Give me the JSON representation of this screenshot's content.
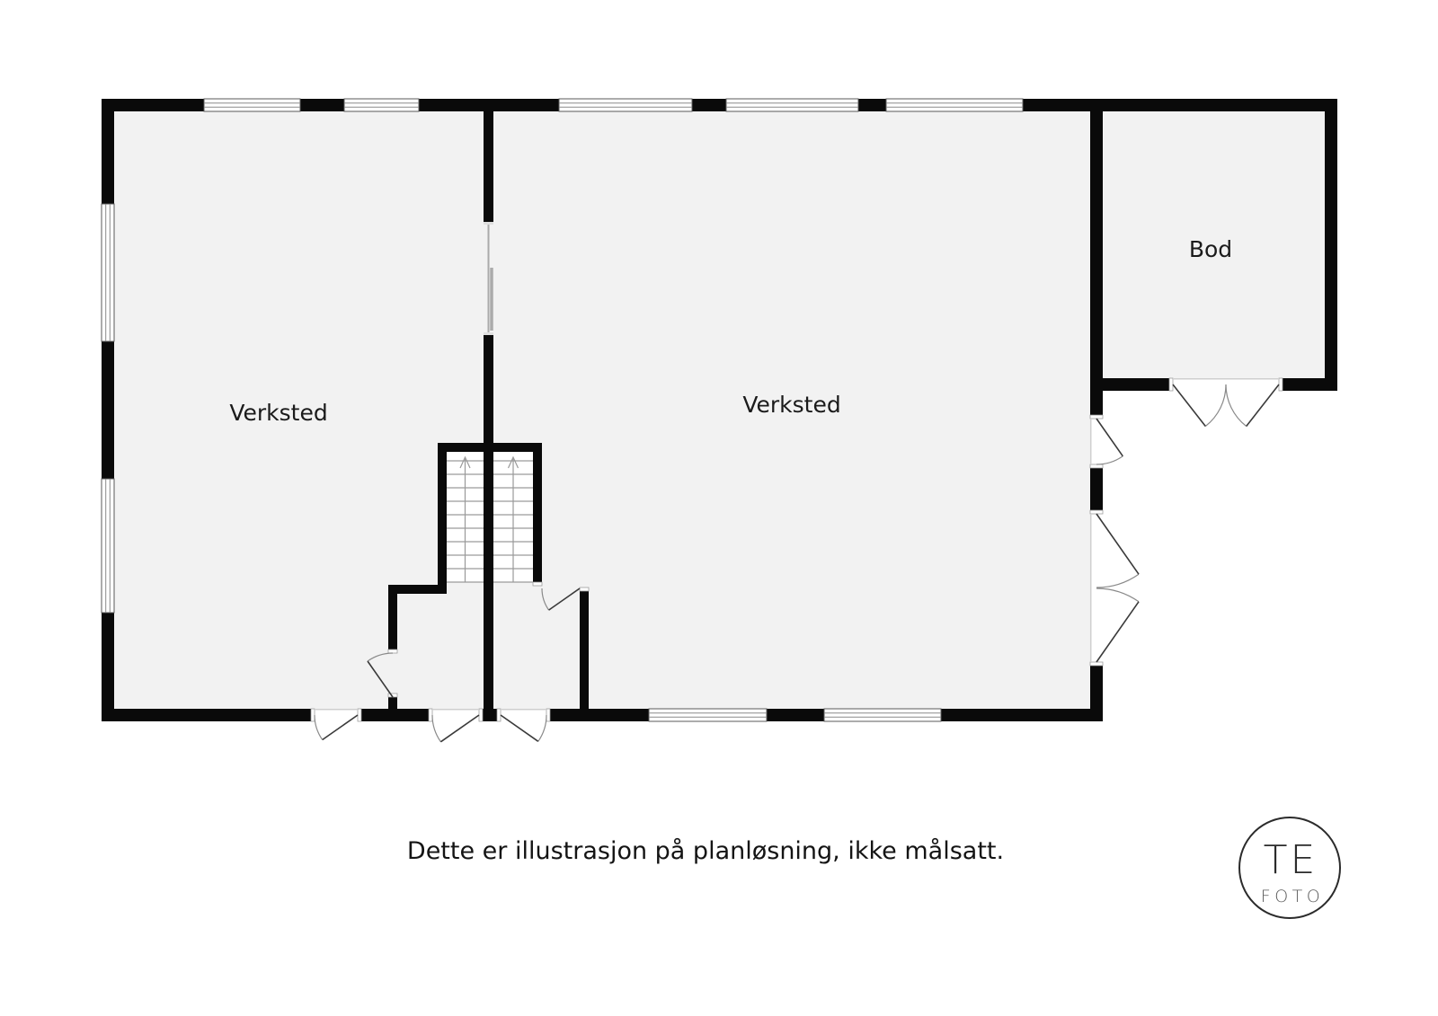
{
  "floorplan": {
    "rooms": [
      {
        "name": "verksted-left",
        "label": "Verksted"
      },
      {
        "name": "verksted-right",
        "label": "Verksted"
      },
      {
        "name": "bod",
        "label": "Bod"
      }
    ],
    "caption": "Dette er illustrasjon på planløsning, ikke målsatt.",
    "colors": {
      "wall": "#0a0a0a",
      "floor": "#f2f2f2",
      "window_frame": "#5a5a5a",
      "door_leaf": "#3a3a3a",
      "door_swing_arc": "#8a8a8a",
      "stair_line": "#9a9a9a",
      "background": "#ffffff"
    }
  },
  "logo": {
    "initials": "TE",
    "subtext": "FOTO"
  }
}
